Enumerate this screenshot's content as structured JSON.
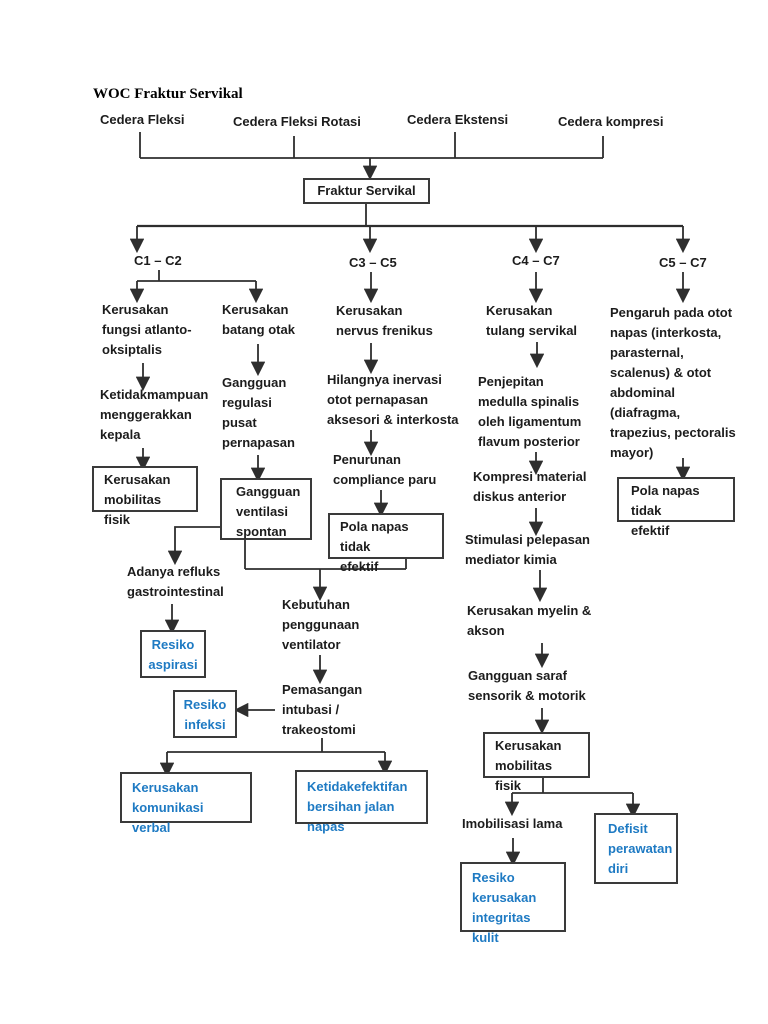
{
  "colors": {
    "ink": "#1c1c1c",
    "blue": "#1e7ac3",
    "line": "#2e2e2e"
  },
  "title": "WOC Fraktur Servikal",
  "causes": [
    "Cedera Fleksi",
    "Cedera Fleksi Rotasi",
    "Cedera Ekstensi",
    "Cedera kompresi"
  ],
  "root_box": "Fraktur Servikal",
  "segments": [
    "C1 – C2",
    "C3 – C5",
    "C4 – C7",
    "C5 – C7"
  ],
  "col_a": {
    "atlanto": "Kerusakan\nfungsi atlanto-\noksiptalis",
    "kepala": "Ketidakmampuan\nmenggerakkan\nkepala",
    "mobilitas_box": "Kerusakan\nmobilitas fisik",
    "refluks": "Adanya refluks\ngastrointestinal",
    "aspirasi_box": "Resiko\naspirasi"
  },
  "col_b": {
    "batang_otak": "Kerusakan\nbatang otak",
    "regulasi": "Gangguan\nregulasi\npusat\npernapasan",
    "ventilasi_box": "Gangguan\nventilasi\nspontan"
  },
  "col_c": {
    "frenikus": "Kerusakan\nnervus frenikus",
    "inervasi": "Hilangnya inervasi\notot pernapasan\naksesori & interkosta",
    "compliance": "Penurunan\ncompliance paru",
    "pola_napas_box": "Pola napas tidak\nefektif",
    "ventilator": "Kebutuhan\npenggunaan\nventilator",
    "intubasi": "Pemasangan\nintubasi /\ntrakeostomi",
    "infeksi_box": "Resiko\ninfeksi",
    "komunikasi_box": "Kerusakan\nkomunikasi verbal",
    "bersihan_box": "Ketidakefektifan\nbersihan jalan napas"
  },
  "col_d": {
    "tulang": "Kerusakan\ntulang servikal",
    "penjepitan": "Penjepitan\nmedulla spinalis\noleh ligamentum\nflavum posterior",
    "kompresi": "Kompresi material\ndiskus anterior",
    "stimulasi": "Stimulasi pelepasan\nmediator kimia",
    "myelin": "Kerusakan myelin &\nakson",
    "saraf": "Gangguan saraf\nsensorik & motorik",
    "mobilitas_box": "Kerusakan\nmobilitas fisik",
    "imobilisasi": "Imobilisasi lama",
    "integritas_box": "Resiko\nkerusakan\nintegritas kulit",
    "defisit_box": "Defisit\nperawatan\ndiri"
  },
  "col_e": {
    "pengaruh": "Pengaruh pada otot\nnapas (interkosta,\nparasternal,\nscalenus) & otot\nabdominal\n(diafragma,\ntrapezius, pectoralis\nmayor)",
    "pola_napas_box": "Pola napas tidak\nefektif"
  }
}
